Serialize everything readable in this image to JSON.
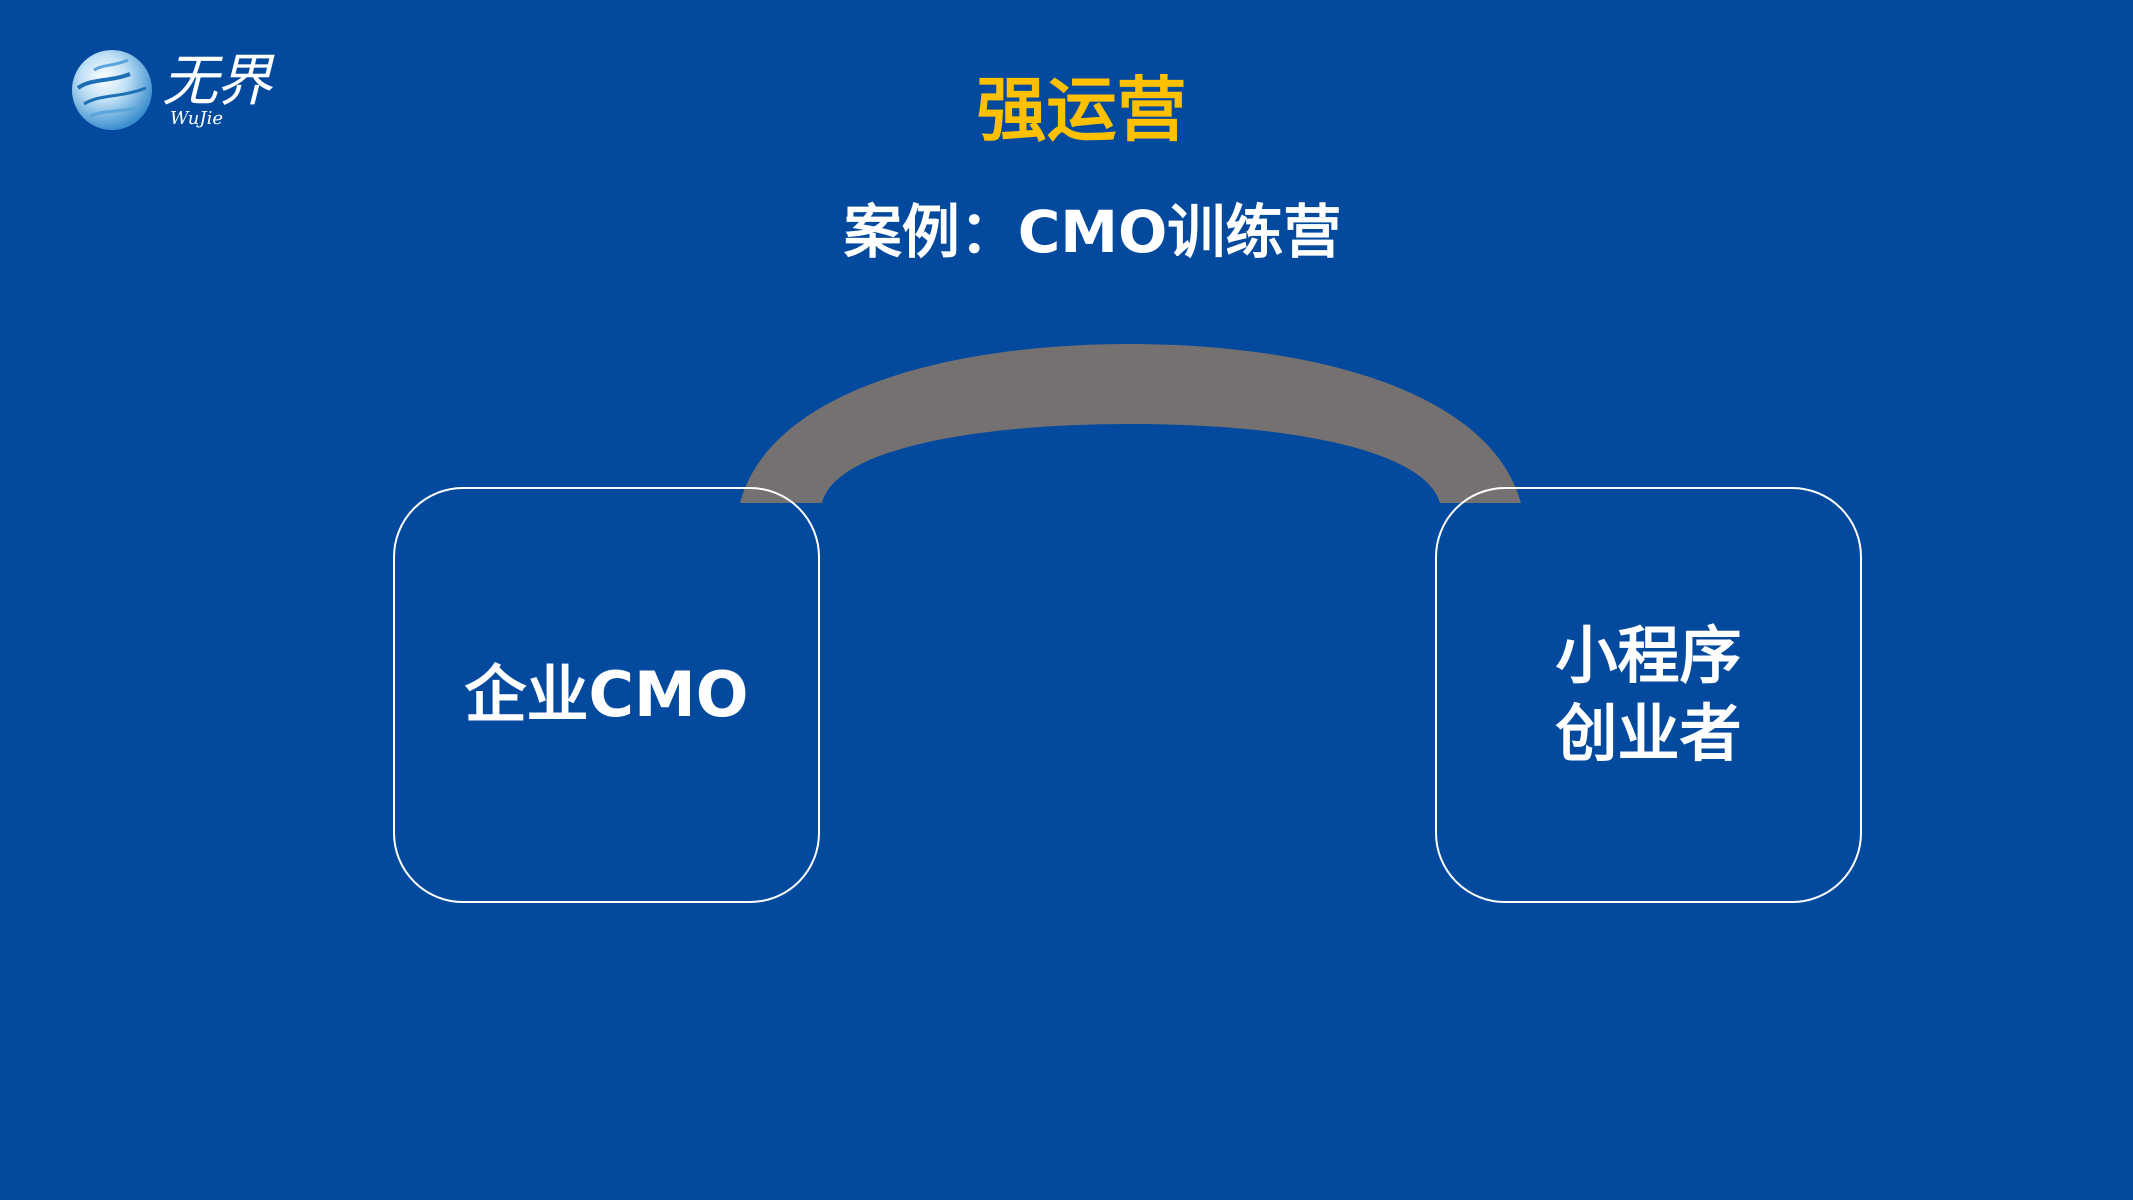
{
  "logo": {
    "mark": "无界",
    "sub": "WuJie"
  },
  "title": "强运营",
  "subtitle": "案例：CMO训练营",
  "diagram": {
    "left_node": "企业CMO",
    "right_node": "小程序\n创业者",
    "connector_color": "#767171"
  },
  "colors": {
    "background": "#034a9e",
    "title": "#ffc000",
    "text": "#ffffff"
  }
}
